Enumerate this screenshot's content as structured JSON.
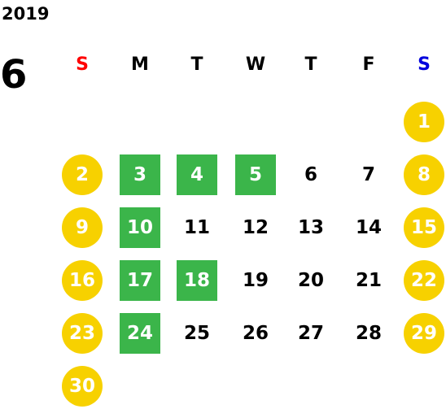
{
  "calendar": {
    "year": "2019",
    "month": "6",
    "weekday_headers": [
      {
        "label": "S",
        "color": "#ff0000"
      },
      {
        "label": "M",
        "color": "#000000"
      },
      {
        "label": "T",
        "color": "#000000"
      },
      {
        "label": "W",
        "color": "#000000"
      },
      {
        "label": "T",
        "color": "#000000"
      },
      {
        "label": "F",
        "color": "#000000"
      },
      {
        "label": "S",
        "color": "#0000dd"
      }
    ],
    "colors": {
      "holiday_circle": "#f7d100",
      "highlight_square": "#3bb54a",
      "holiday_text": "#ffffff",
      "highlight_text": "#ffffff",
      "normal_text": "#000000"
    },
    "first_weekday_index": 6,
    "days": [
      {
        "day": "1",
        "style": "holiday"
      },
      {
        "day": "2",
        "style": "holiday"
      },
      {
        "day": "3",
        "style": "highlight"
      },
      {
        "day": "4",
        "style": "highlight"
      },
      {
        "day": "5",
        "style": "highlight"
      },
      {
        "day": "6",
        "style": "normal"
      },
      {
        "day": "7",
        "style": "normal"
      },
      {
        "day": "8",
        "style": "holiday"
      },
      {
        "day": "9",
        "style": "holiday"
      },
      {
        "day": "10",
        "style": "highlight"
      },
      {
        "day": "11",
        "style": "normal"
      },
      {
        "day": "12",
        "style": "normal"
      },
      {
        "day": "13",
        "style": "normal"
      },
      {
        "day": "14",
        "style": "normal"
      },
      {
        "day": "15",
        "style": "holiday"
      },
      {
        "day": "16",
        "style": "holiday"
      },
      {
        "day": "17",
        "style": "highlight"
      },
      {
        "day": "18",
        "style": "highlight"
      },
      {
        "day": "19",
        "style": "normal"
      },
      {
        "day": "20",
        "style": "normal"
      },
      {
        "day": "21",
        "style": "normal"
      },
      {
        "day": "22",
        "style": "holiday"
      },
      {
        "day": "23",
        "style": "holiday"
      },
      {
        "day": "24",
        "style": "highlight"
      },
      {
        "day": "25",
        "style": "normal"
      },
      {
        "day": "26",
        "style": "normal"
      },
      {
        "day": "27",
        "style": "normal"
      },
      {
        "day": "28",
        "style": "normal"
      },
      {
        "day": "29",
        "style": "holiday"
      },
      {
        "day": "30",
        "style": "holiday"
      }
    ]
  }
}
